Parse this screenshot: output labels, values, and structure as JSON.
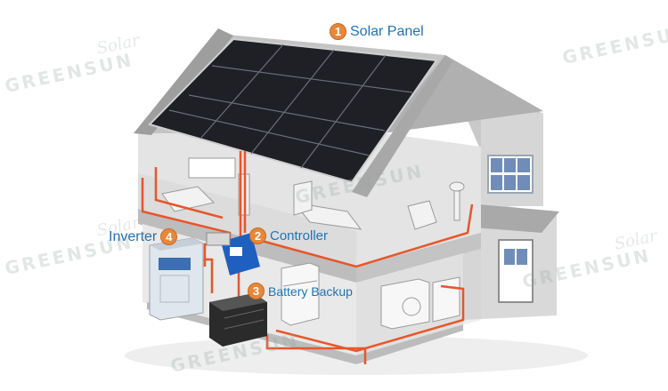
{
  "labels": {
    "solar_panel": {
      "number": "1",
      "text": "Solar Panel"
    },
    "controller": {
      "number": "2",
      "text": "Controller"
    },
    "battery": {
      "number": "3",
      "text": "Battery Backup"
    },
    "inverter": {
      "number": "4",
      "text": "Inverter"
    }
  },
  "watermark": {
    "brand": "GREENSUN",
    "script": "Solar"
  },
  "colors": {
    "wire": "#e8562a",
    "label_text": "#1f73b7",
    "badge": "#e8873a",
    "panel": "#1e2026",
    "roof": "#bfbfbf",
    "wall": "#d8d8d8"
  }
}
